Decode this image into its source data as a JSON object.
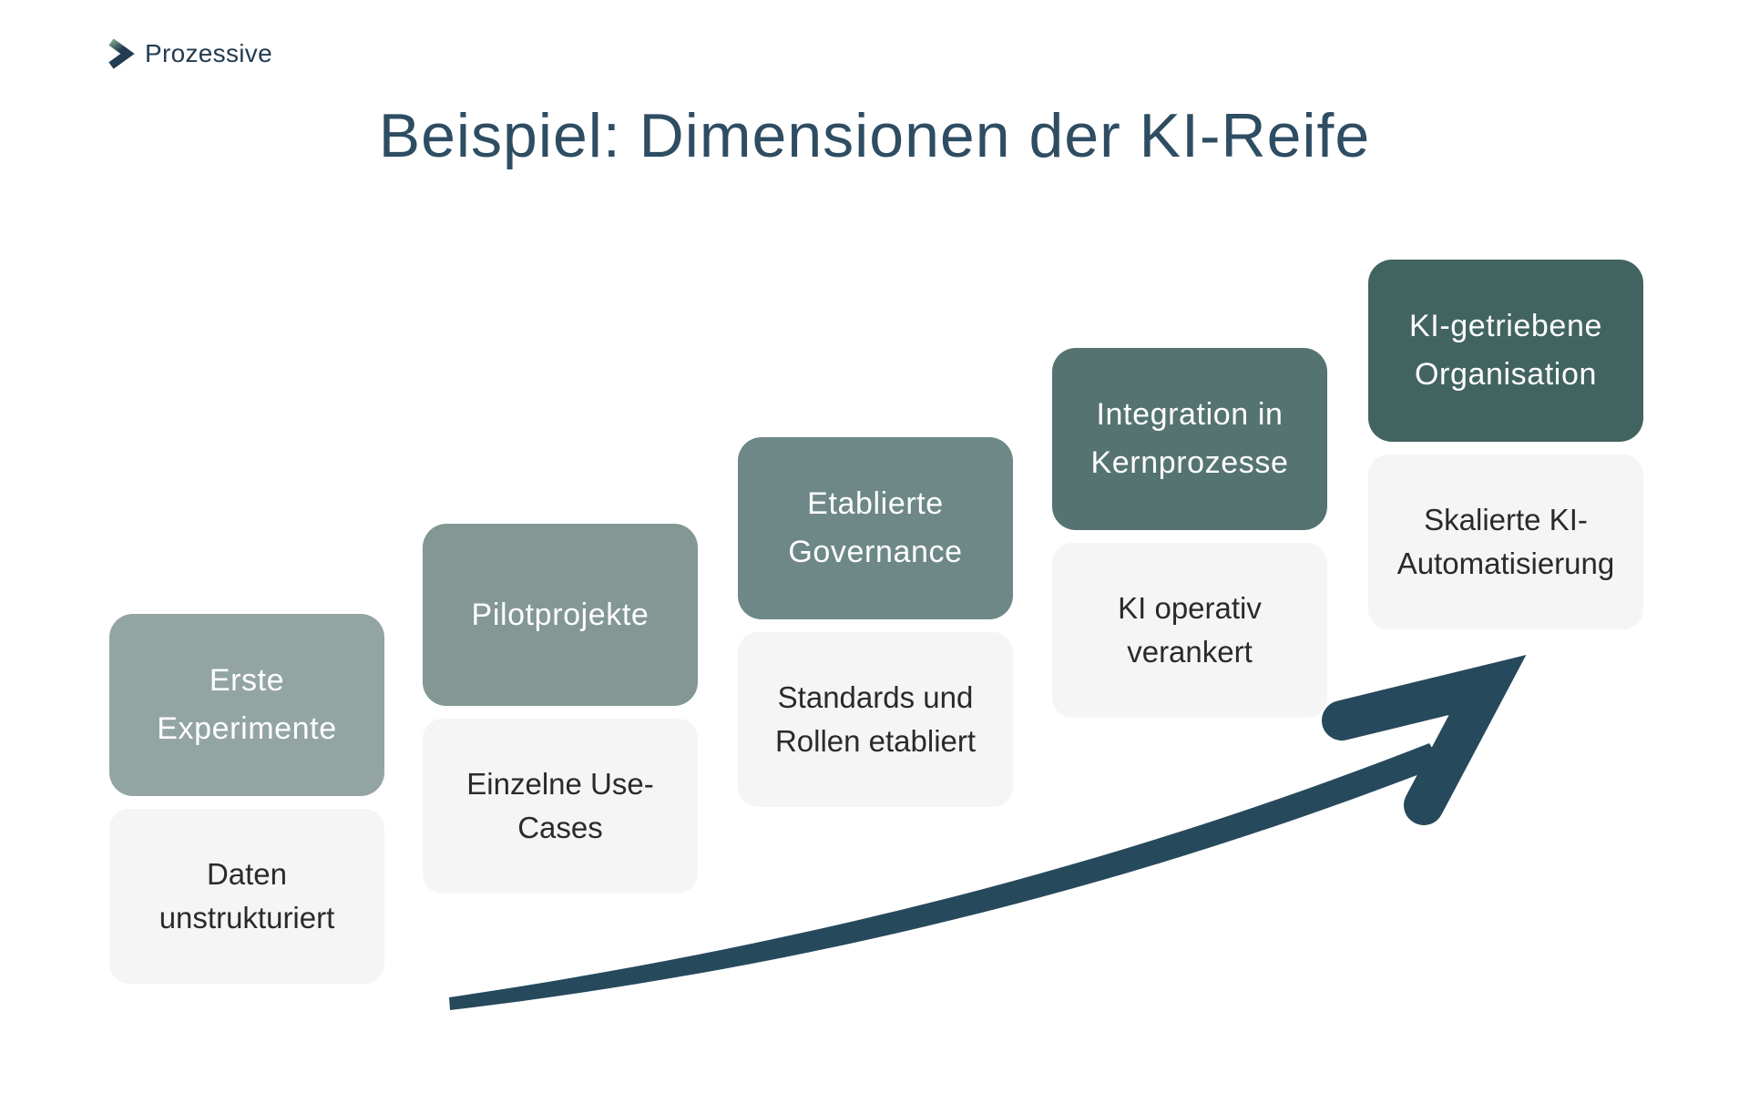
{
  "brand": {
    "name": "Prozessive",
    "icon": "chevron-logo-icon",
    "navy": "#243c50",
    "green": "#74a085"
  },
  "title": {
    "text": "Beispiel: Dimensionen der KI-Reife",
    "color": "#2e4d63"
  },
  "steps": [
    {
      "label": "Erste\nExperimente",
      "description": "Daten\nunstrukturiert",
      "color": "#93a5a3"
    },
    {
      "label": "Pilotprojekte",
      "description": "Einzelne Use-\nCases",
      "color": "#839794"
    },
    {
      "label": "Etablierte\nGovernance",
      "description": "Standards und\nRollen etabliert",
      "color": "#6d8886"
    },
    {
      "label": "Integration in\nKernprozesse",
      "description": "KI operativ\nverankert",
      "color": "#557371"
    },
    {
      "label": "KI-getriebene\nOrganisation",
      "description": "Skalierte KI-\nAutomatisierung",
      "color": "#426461"
    }
  ],
  "description_box": {
    "background": "#f5f5f6",
    "text_color": "#2a2a2a"
  },
  "arrow": {
    "name": "growth-arrow",
    "color": "#27495c"
  }
}
